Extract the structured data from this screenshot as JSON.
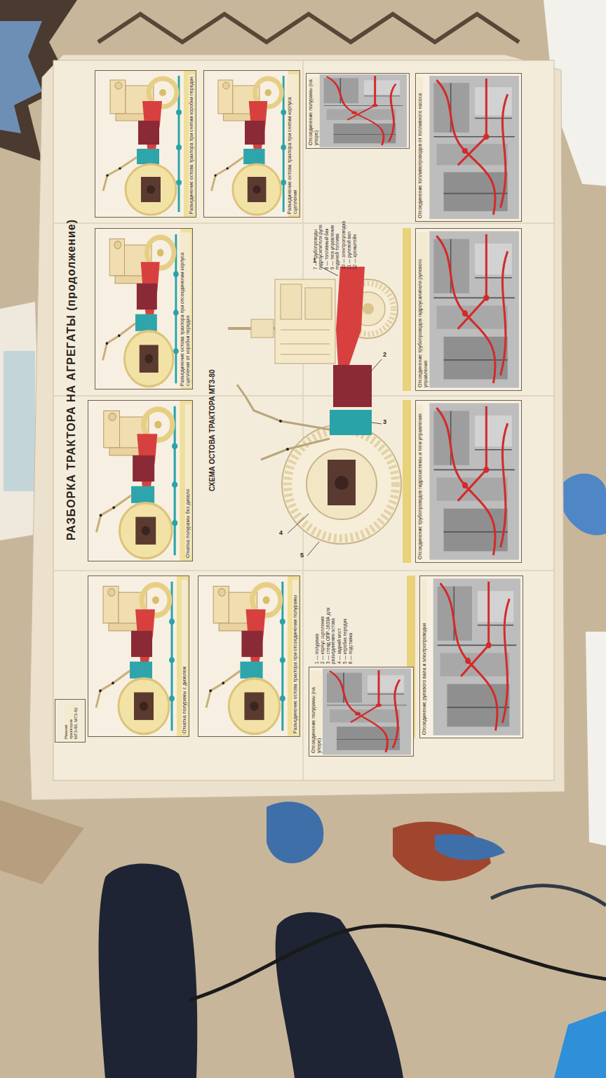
{
  "diagram": {
    "title": "РАЗБОРКА ТРАКТОРА НА АГРЕГАТЫ (продолжение)",
    "nodes": [
      {
        "text": [
          "Разъединение остова трактора при снятии коробки передач"
        ]
      },
      {
        "text": [
          "Разъединение остова трактора при снятии корпуса сцепления"
        ]
      },
      {
        "text": [
          "Разъединение остова трактора при отсоединении корпуса сцепления от коробки передач"
        ]
      },
      {
        "text": [
          "Откатка полурамы без дизеля"
        ]
      },
      {
        "text": [
          "Откатка полурамы с дизелем"
        ]
      },
      {
        "text": [
          "Разъединение остова трактора при отсоединении полурамы"
        ]
      },
      {
        "text": [
          "Отсоединение полурамы (на упоре)"
        ]
      },
      {
        "text": [
          "Отсоединение топливопроводов от топливного насоса"
        ]
      },
      {
        "text": [
          "Отсоединение трубопроводов гидроусилителя рулевого управления"
        ]
      },
      {
        "text": [
          "Отсоединение трубопроводов гидросистемы и тяги управления"
        ]
      },
      {
        "text": [
          "Отсоединение рулевого вала и электропроводки"
        ]
      },
      {
        "text": [
          "Отсоединение полурамы (на упоре)"
        ]
      },
      {
        "text": [
          "Ремонт тракторов МТЗ-80, МТЗ-82"
        ]
      }
    ],
    "labels": [
      "СХЕМА ОСТОВА ТРАКТОРА МТЗ-80",
      "1",
      "2",
      "3",
      "4",
      "5",
      "7 — трубопроводы гидроусилителя руля",
      "8 — топливный бак",
      "9 — тяга управления подачей топлива",
      "10 — электропроводка",
      "11 — рулевой вал",
      "12 — кронштейн",
      "1 — полурама",
      "2 — корпус сцепления",
      "3 — стенд ОПР-1633А для разъединения остова",
      "4 — задний мост",
      "5 — коробка передач",
      "6 — подставка"
    ]
  }
}
